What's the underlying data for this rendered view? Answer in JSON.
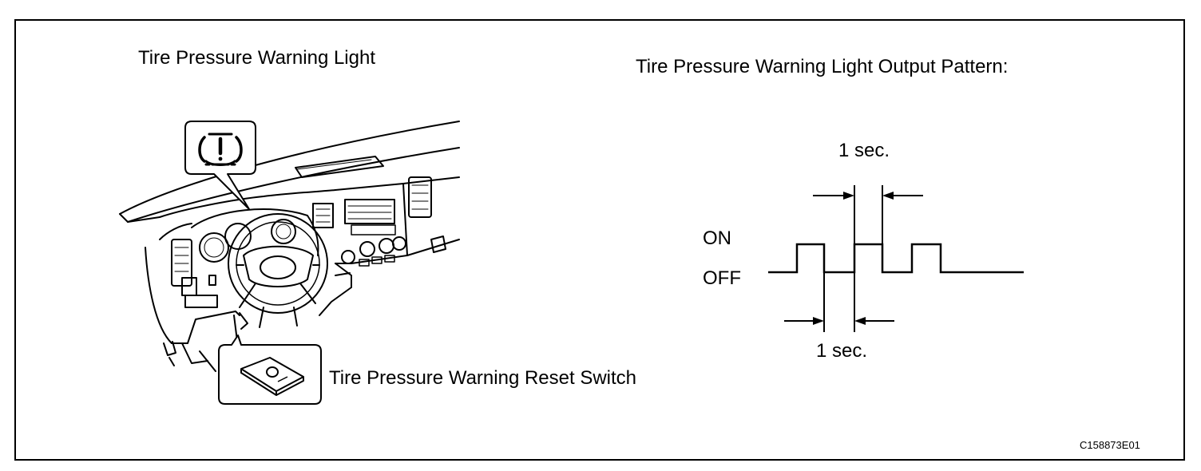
{
  "labels": {
    "warning_light": "Tire Pressure Warning Light",
    "output_pattern": "Tire Pressure Warning Light Output Pattern:",
    "reset_switch": "Tire Pressure Warning Reset Switch",
    "on": "ON",
    "off": "OFF",
    "top_duration": "1 sec.",
    "bottom_duration": "1 sec.",
    "figure_code": "C158873E01"
  },
  "icons": {
    "warning_symbol": "tire-pressure-warning-icon",
    "reset_switch": "reset-switch-icon"
  }
}
